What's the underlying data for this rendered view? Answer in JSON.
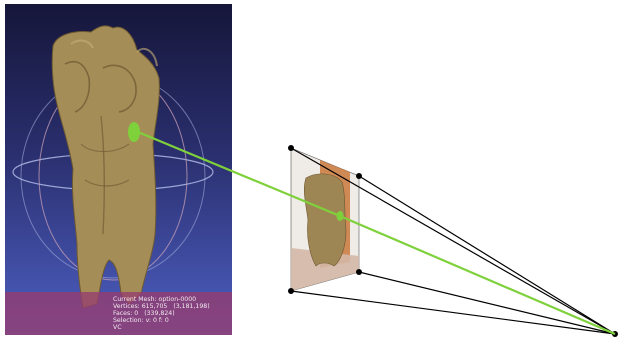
{
  "viewer": {
    "info": {
      "current_mesh": "Current Mesh: option-0000",
      "vertices_label": "Vertices: 615,705",
      "vertices_total": "(3,181,198)",
      "faces_label": "Faces: 0",
      "faces_total": "(339,824)",
      "selection": "Selection: v: 0 f: 0",
      "mode": "VC"
    }
  },
  "colors": {
    "viewport_top": "#16163a",
    "viewport_bottom": "#4d5fc2",
    "status_panel": "#963c6e",
    "ray": "#7fd13b",
    "selected_point": "#7fd13b",
    "frustum_lines": "#000000"
  },
  "icons": {
    "trackball": "trackball-icon",
    "selected_point": "selected-point-marker"
  }
}
